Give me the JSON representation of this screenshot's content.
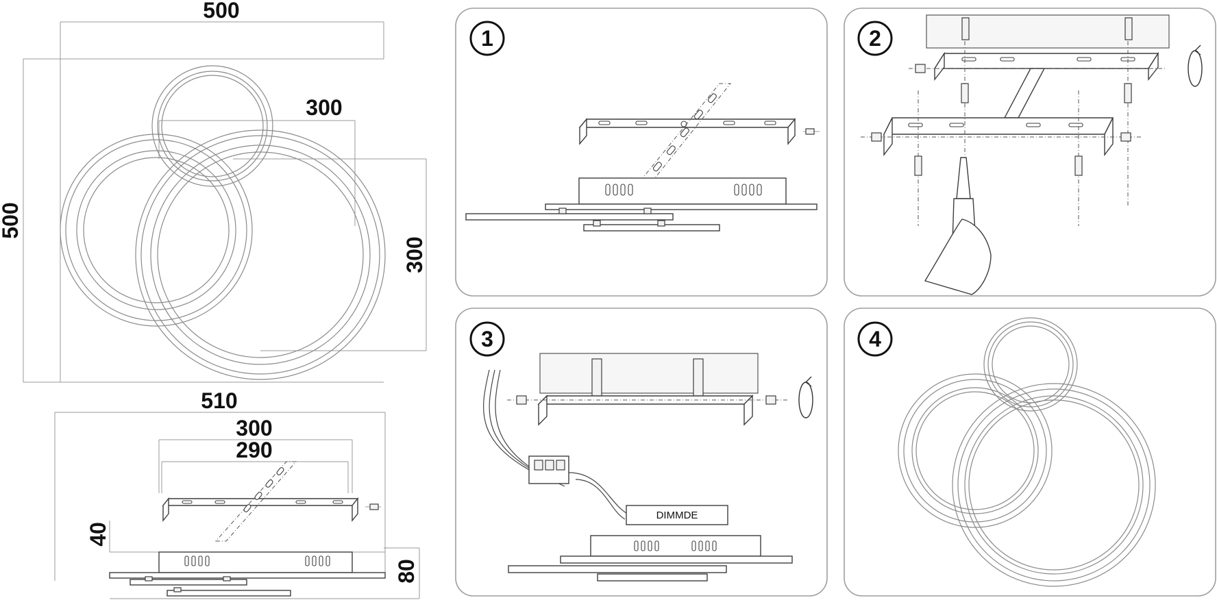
{
  "dimensions": {
    "top_width": "500",
    "height": "500",
    "inner_width": "300",
    "inner_height": "300",
    "side_width": "510",
    "bracket_width_a": "300",
    "bracket_width_b": "290",
    "side_height_a": "40",
    "side_height_b": "80"
  },
  "steps": [
    {
      "number": "1"
    },
    {
      "number": "2"
    },
    {
      "number": "3",
      "driver_label": "DIMMDE"
    },
    {
      "number": "4"
    }
  ],
  "colors": {
    "line": "#3d3d3d",
    "ring": "#8a8a8a",
    "panel_border": "#9e9e9e"
  }
}
